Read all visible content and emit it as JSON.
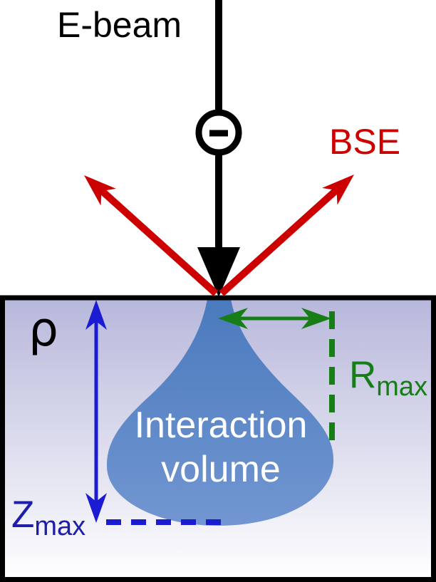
{
  "diagram": {
    "labels": {
      "ebeam": "E-beam",
      "bse": "BSE",
      "rho": "ρ",
      "zmax_main": "Z",
      "zmax_sub": "max",
      "rmax_main": "R",
      "rmax_sub": "max",
      "volume_line1": "Interaction",
      "volume_line2": "volume"
    },
    "icons": {
      "electron": "minus-in-circle"
    },
    "colors": {
      "background": "#ffffff",
      "beam": "#000000",
      "bse": "#cc0000",
      "depth": "#1b1bd2",
      "depth_text": "#1e1ea8",
      "radius": "#177d17",
      "sample_top": "#b7b7db",
      "sample_bottom": "#ffffff",
      "volume_top": "#4a7abd",
      "volume_bottom": "#7296d1",
      "volume_text": "#ffffff",
      "electron_fill": "#ffffff"
    }
  }
}
